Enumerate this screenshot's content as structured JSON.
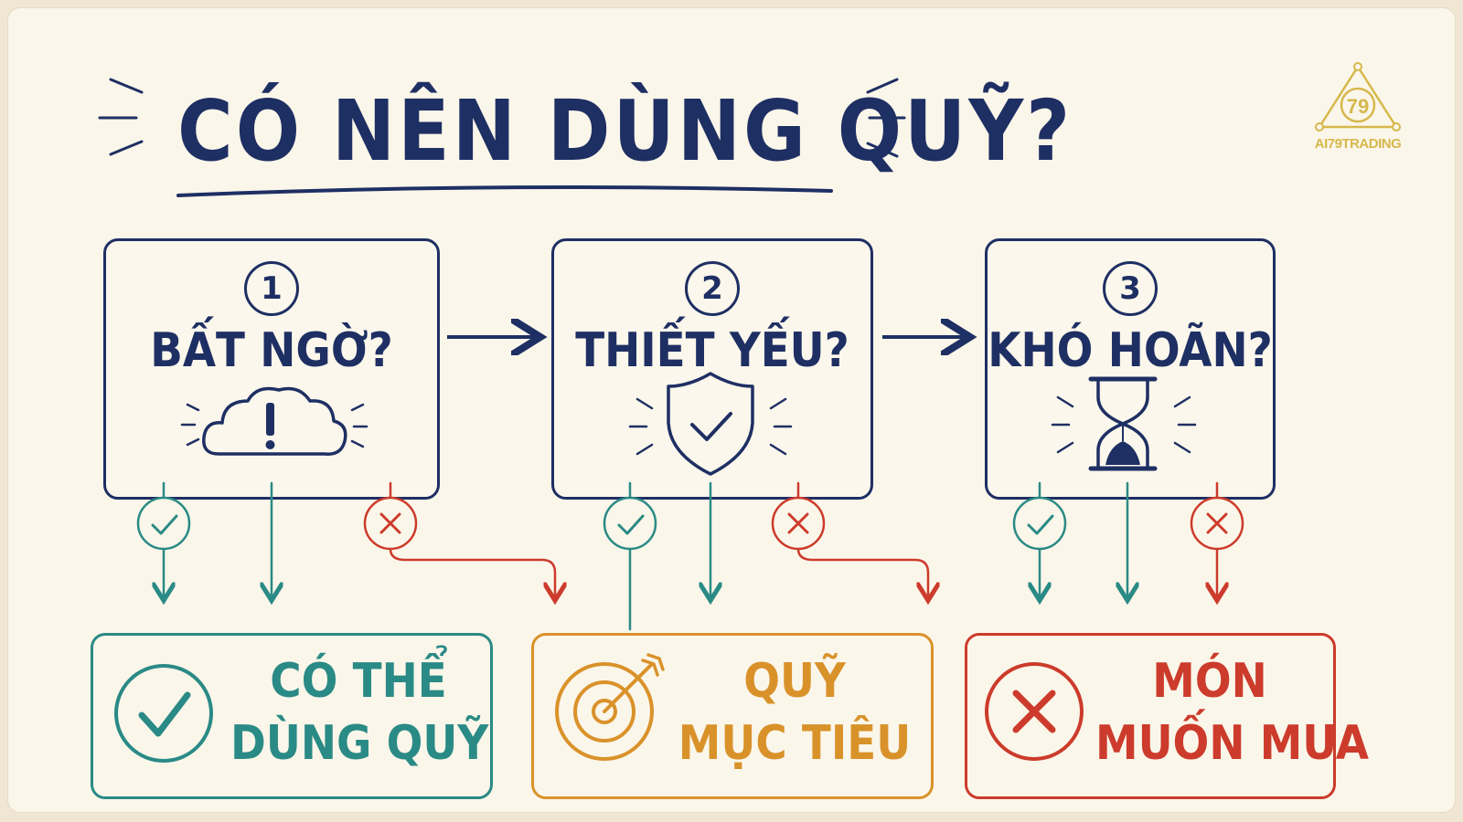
{
  "title": "CÓ NÊN DÙNG QUỸ?",
  "logo": {
    "glyph": "79",
    "text": "AI79TRADING"
  },
  "steps": [
    {
      "number": "1",
      "label": "BẤT NGỜ?",
      "icon": "cloud-exclamation-icon"
    },
    {
      "number": "2",
      "label": "THIẾT YẾU?",
      "icon": "shield-check-icon"
    },
    {
      "number": "3",
      "label": "KHÓ HOÃN?",
      "icon": "hourglass-icon"
    }
  ],
  "outcomes": [
    {
      "line1": "CÓ THỂ",
      "line2": "DÙNG QUỸ",
      "icon": "check-circle-icon",
      "color": "#2a8a85"
    },
    {
      "line1": "QUỸ",
      "line2": "MỤC TIÊU",
      "icon": "target-icon",
      "color": "#d9922a"
    },
    {
      "line1": "MÓN",
      "line2": "MUỐN MUA",
      "icon": "x-circle-icon",
      "color": "#cc3b2b"
    }
  ],
  "colors": {
    "navy": "#1e2f63",
    "yes": "#2a8a85",
    "no": "#cc3b2b",
    "goal": "#d9922a"
  }
}
